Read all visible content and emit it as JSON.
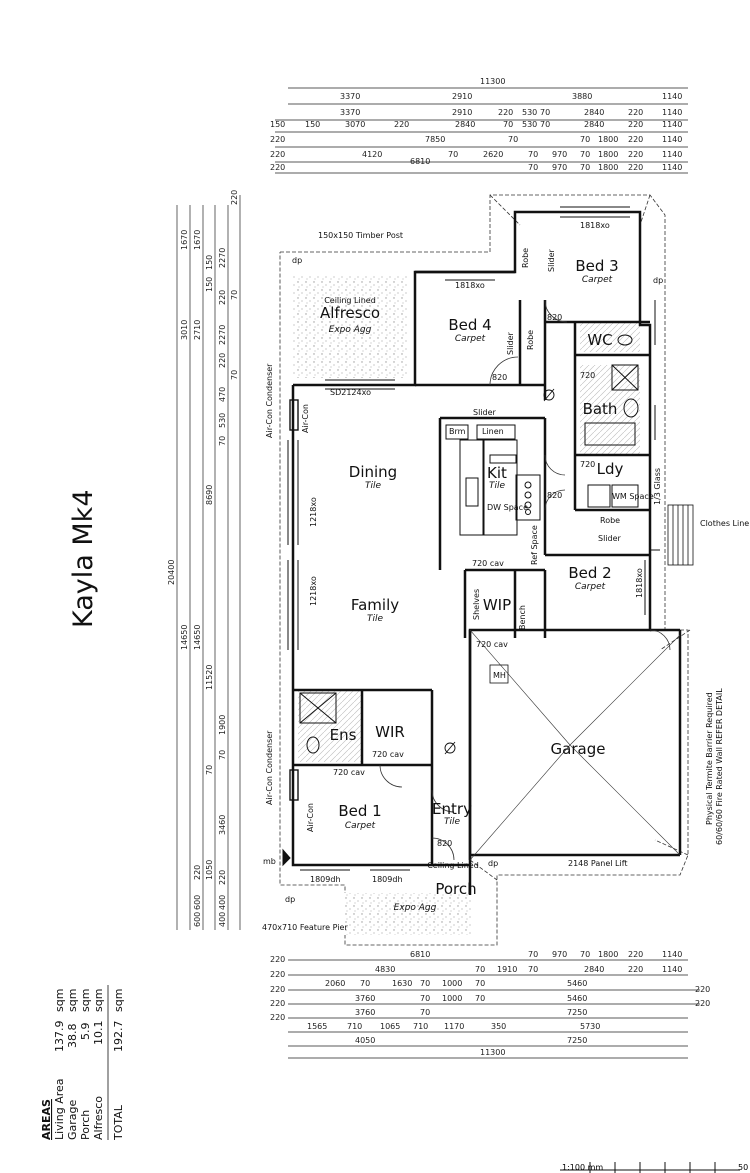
{
  "plan": {
    "title": "Kayla Mk4",
    "rooms": {
      "alfresco": {
        "name": "Alfresco",
        "note": "Ceiling Lined",
        "finish": "Expo Agg"
      },
      "bed4": {
        "name": "Bed 4",
        "finish": "Carpet"
      },
      "bed3": {
        "name": "Bed 3",
        "finish": "Carpet"
      },
      "wc": {
        "name": "WC"
      },
      "bath": {
        "name": "Bath"
      },
      "ldy": {
        "name": "Ldy"
      },
      "dining": {
        "name": "Dining",
        "finish": "Tile"
      },
      "family": {
        "name": "Family",
        "finish": "Tile"
      },
      "kit": {
        "name": "Kit",
        "finish": "Tile"
      },
      "wip": {
        "name": "WIP"
      },
      "bed2": {
        "name": "Bed 2",
        "finish": "Carpet"
      },
      "garage": {
        "name": "Garage"
      },
      "ens": {
        "name": "Ens"
      },
      "wir": {
        "name": "WIR"
      },
      "bed1": {
        "name": "Bed 1",
        "finish": "Carpet"
      },
      "entry": {
        "name": "Entry",
        "finish": "Tile"
      },
      "porch": {
        "name": "Porch",
        "note": "Ceiling Lined",
        "finish": "Expo Agg"
      }
    },
    "labels": {
      "timber_post": "150x150 Timber Post",
      "feature_pier": "470x710 Feature Pier",
      "clothes_line": "Clothes Line",
      "termite_1": "Physical Termite Barrier Required",
      "termite_2": "60/60/60 Fire Rated Wall REFER DETAIL",
      "panel_lift": "2148 Panel Lift",
      "robe": "Robe",
      "slider": "Slider",
      "linen": "Linen",
      "brm": "Brm",
      "dw_space": "DW Space",
      "ref_space": "Ref Space",
      "bench": "Bench",
      "shelves": "Shelves",
      "wm_space": "WM Space",
      "mh": "MH",
      "mb": "mb",
      "air_con": "Air-Con",
      "condenser": "Air-Con Condenser",
      "glass": "1/3 Glass",
      "window_1809dh": "1809dh",
      "window_1818xo": "1818xo",
      "window_1218xo": "1218xo",
      "window_2124xo": "SD2124xo",
      "door_820": "820",
      "door_720": "720",
      "cav_720": "720 cav",
      "dp": "dp",
      "scale": "1:100 mm",
      "scale_end": "50"
    },
    "top_dims": [
      [
        "11300"
      ],
      [
        "3370",
        "2910",
        "3880",
        "1140"
      ],
      [
        "3370",
        "2910",
        "220",
        "530",
        "70",
        "2840",
        "220",
        "1140"
      ],
      [
        "150",
        "150",
        "3070",
        "220",
        "2840",
        "70",
        "530",
        "70",
        "2840",
        "220",
        "1140"
      ],
      [
        "220",
        "7850",
        "70",
        "70",
        "1800",
        "220",
        "1140"
      ],
      [
        "220",
        "4120",
        "70",
        "2620",
        "70",
        "970",
        "70",
        "1800",
        "220",
        "1140"
      ],
      [
        "220",
        "6810",
        "70",
        "970",
        "70",
        "1800",
        "220",
        "1140"
      ]
    ],
    "bottom_dims": [
      [
        "220",
        "6810",
        "70",
        "970",
        "70",
        "1800",
        "220",
        "1140"
      ],
      [
        "220",
        "4830",
        "70",
        "1910",
        "70",
        "2840",
        "220",
        "1140"
      ],
      [
        "220",
        "2060",
        "70",
        "1630",
        "70",
        "1000",
        "70",
        "5460",
        "220"
      ],
      [
        "220",
        "3760",
        "70",
        "1000",
        "70",
        "5460",
        "220"
      ],
      [
        "220",
        "3760",
        "70",
        "7250"
      ],
      [
        "1565",
        "710",
        "1065",
        "710",
        "1170",
        "350",
        "5730"
      ],
      [
        "4050",
        "7250"
      ],
      [
        "11300"
      ]
    ],
    "left_dims": [
      [
        "20400"
      ],
      [
        "1670",
        "3010",
        "14650"
      ],
      [
        "1670",
        "2710",
        "14650"
      ],
      [
        "150",
        "150",
        "8690",
        "11520"
      ],
      [
        "2270",
        "220",
        "2270",
        "220",
        "470",
        "530",
        "70",
        "1900",
        "70",
        "3460",
        "220",
        "1050",
        "400",
        "400"
      ],
      [
        "220",
        "70",
        "70",
        "70",
        "70",
        "220",
        "600",
        "600"
      ]
    ],
    "areas": {
      "heading": "AREAS",
      "rows": [
        {
          "label": "Living Area",
          "value": "137.9",
          "unit": "sqm"
        },
        {
          "label": "Garage",
          "value": "38.8",
          "unit": "sqm"
        },
        {
          "label": "Porch",
          "value": "5.9",
          "unit": "sqm"
        },
        {
          "label": "Alfresco",
          "value": "10.1",
          "unit": "sqm"
        }
      ],
      "total_label": "TOTAL",
      "total_value": "192.7",
      "total_unit": "sqm"
    }
  }
}
